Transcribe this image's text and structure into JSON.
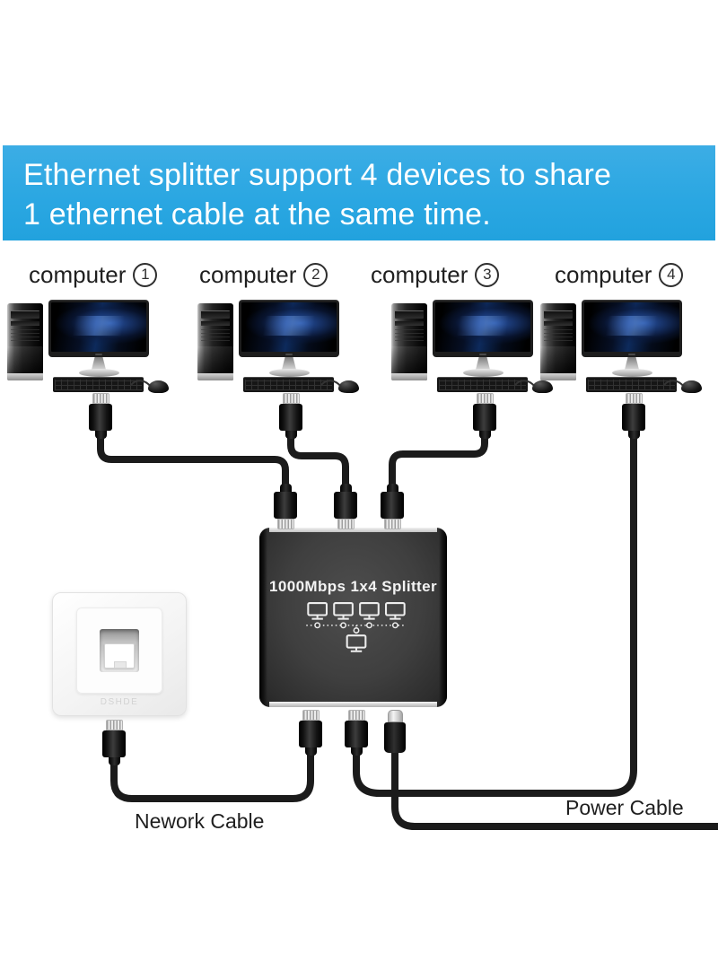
{
  "banner": {
    "text_line1": "Ethernet splitter support 4 devices to share",
    "text_line2": "1 ethernet cable at the same time.",
    "background_color": "#2ba7e2",
    "text_color": "#ffffff"
  },
  "computers": [
    {
      "label": "computer",
      "number": "1"
    },
    {
      "label": "computer",
      "number": "2"
    },
    {
      "label": "computer",
      "number": "3"
    },
    {
      "label": "computer",
      "number": "4"
    }
  ],
  "splitter": {
    "title": "1000Mbps 1x4 Splitter",
    "diagram_icon": "four-monitors-linked-to-one-monitor",
    "top_ports": 3,
    "bottom_ports": 2,
    "power_port": 1
  },
  "wall_plate": {
    "brand_text": "DSHDE"
  },
  "cable_labels": {
    "network": "Nework Cable",
    "power": "Power Cable"
  },
  "colors": {
    "banner_blue": "#2ba7e2",
    "cable": "#1b1b1b",
    "splitter_body": "#3f3f3f",
    "label_text": "#1f1f1f"
  }
}
